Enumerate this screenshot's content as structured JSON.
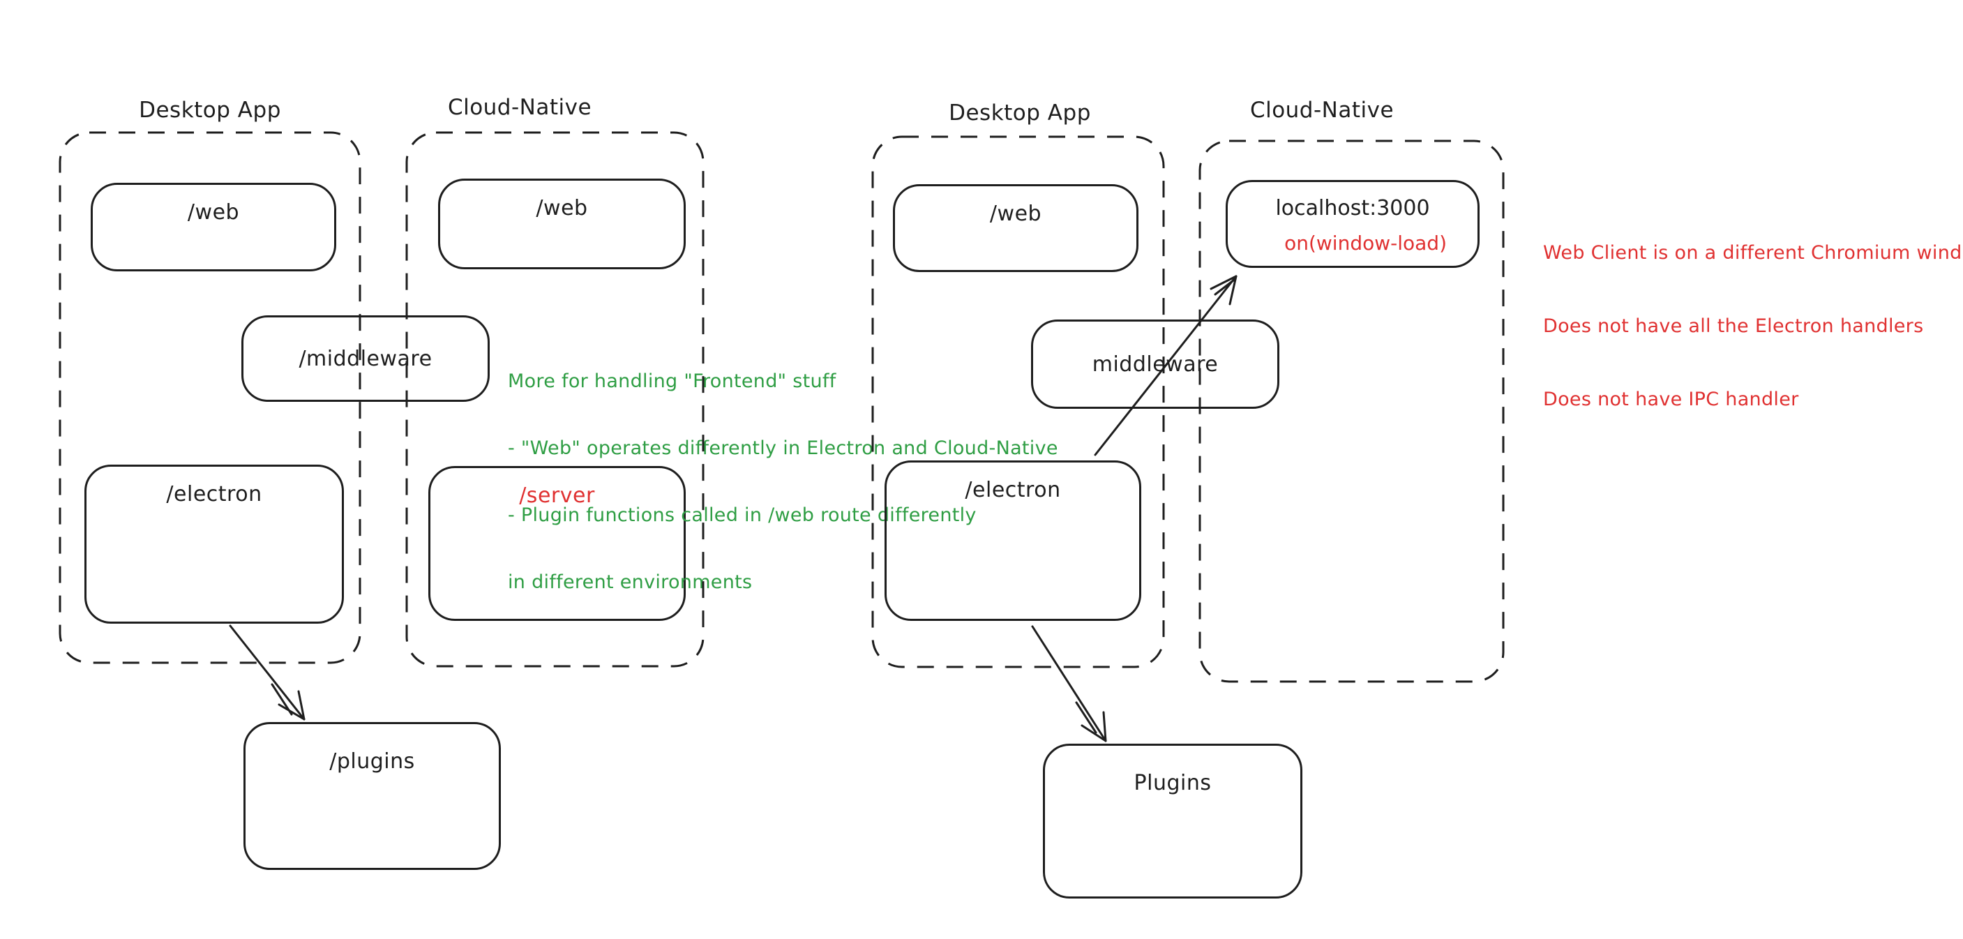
{
  "colors": {
    "ink": "#1e1e1e",
    "green": "#2f9e44",
    "red": "#e03131",
    "background": "#ffffff"
  },
  "left": {
    "desktop_title": "Desktop App",
    "cloud_title": "Cloud-Native",
    "web_desktop": "/web",
    "web_cloud": "/web",
    "middleware": "/middleware",
    "electron": "/electron",
    "server": "/server",
    "plugins": "/plugins",
    "green_note": {
      "line1": "More for handling \"Frontend\" stuff",
      "line2": "- \"Web\" operates differently in Electron and Cloud-Native",
      "line3": "- Plugin functions called in /web route differently",
      "line4": "in different environments"
    }
  },
  "right": {
    "desktop_title": "Desktop App",
    "cloud_title": "Cloud-Native",
    "web": "/web",
    "localhost_title": "localhost:3000",
    "localhost_event": "on(window-load)",
    "middleware": "middleware",
    "electron": "/electron",
    "plugins": "Plugins",
    "red_note": {
      "line1": "Web Client is on a different Chromium window",
      "line2": "Does not have all the Electron handlers",
      "line3": "Does not have IPC handler"
    }
  }
}
